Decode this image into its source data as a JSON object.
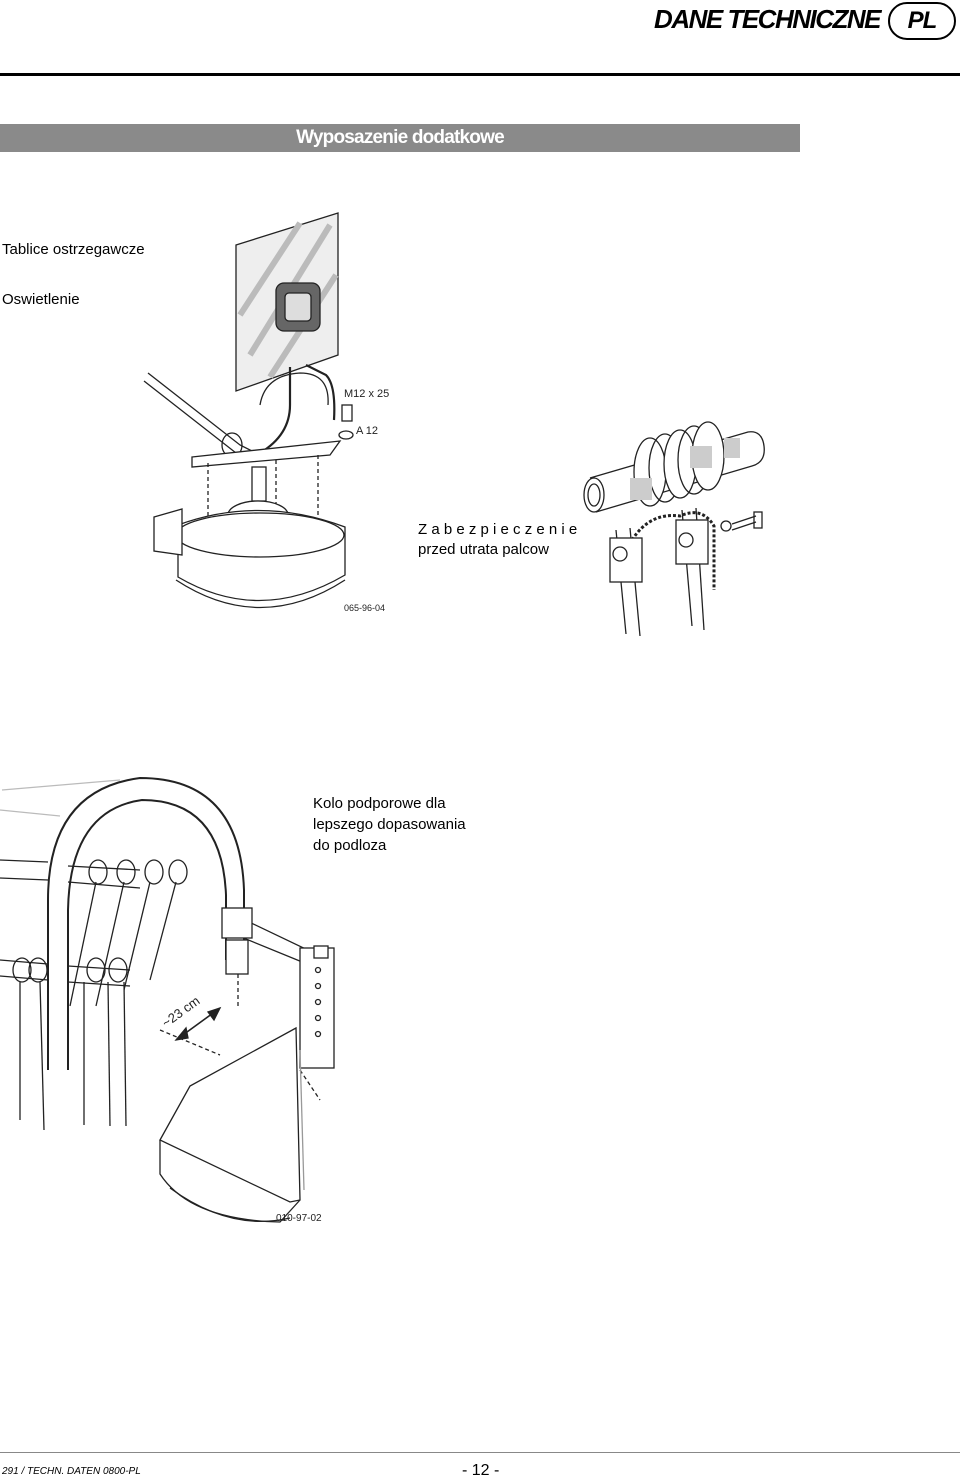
{
  "header": {
    "title": "DANE TECHNICZNE",
    "language": "PL"
  },
  "section": {
    "title": "Wyposazenie dodatkowe"
  },
  "items": {
    "warning_plates": "Tablice ostrzegawcze",
    "lighting": "Oswietlenie",
    "finger_guard_line1": "Z a b e z p i e c z e n i e",
    "finger_guard_line2": "przed utrata palcow",
    "support_wheel_line1": "Kolo  podporowe  dla",
    "support_wheel_line2": "lepszego dopasowania",
    "support_wheel_line3": "do podloza"
  },
  "figures": {
    "lamp": {
      "bolt_label": "M12 x 25",
      "washer_label": "A 12",
      "code": "065-96-04"
    },
    "wheel": {
      "distance_label": "~23 cm",
      "code": "010-97-02"
    }
  },
  "footer": {
    "doc_ref": "291 / TECHN. DATEN 0800-PL",
    "page_number": "- 12 -"
  }
}
